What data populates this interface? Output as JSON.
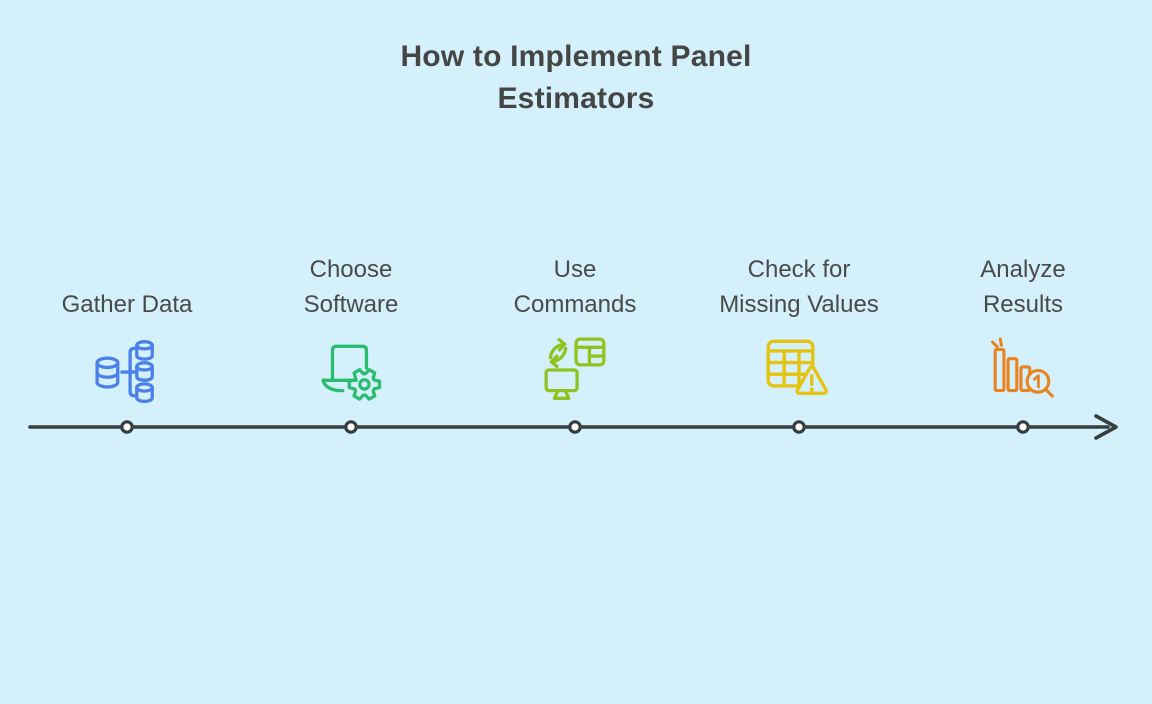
{
  "title": "How to Implement Panel\nEstimators",
  "steps": [
    {
      "label": "Gather Data",
      "icon": "data-merge-icon",
      "color": "#4a80e8"
    },
    {
      "label": "Choose\nSoftware",
      "icon": "laptop-gear-icon",
      "color": "#2abd72"
    },
    {
      "label": "Use\nCommands",
      "icon": "sync-table-monitor-icon",
      "color": "#8ec320"
    },
    {
      "label": "Check for\nMissing Values",
      "icon": "table-warning-icon",
      "color": "#e5c312"
    },
    {
      "label": "Analyze\nResults",
      "icon": "bar-chart-magnifier-icon",
      "color": "#e8831f"
    }
  ],
  "magnifier_badge": "1",
  "timeline": {
    "line_color": "#383d40",
    "node_fill": "#ffffff",
    "node_count": 5,
    "direction": "left-to-right-arrow"
  },
  "background_color": "#d3f0fb",
  "text_color": "#4a4a4a"
}
